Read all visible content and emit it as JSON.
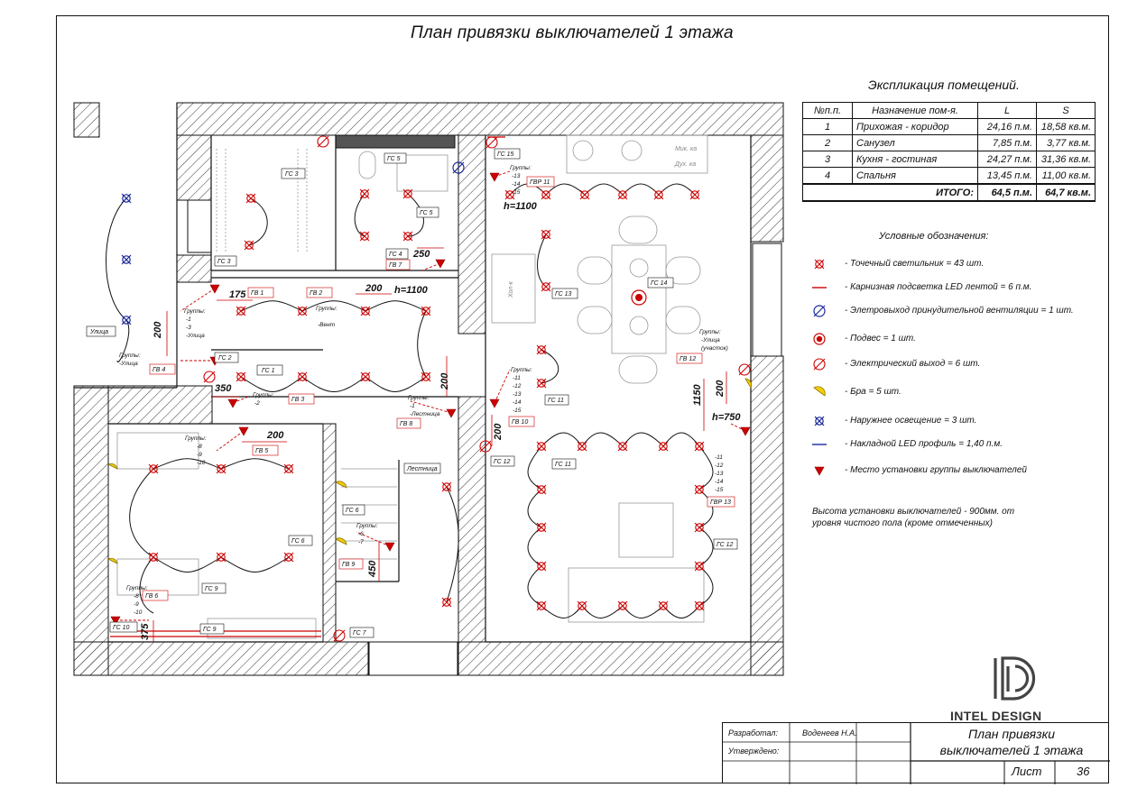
{
  "title": "План привязки выключателей 1 этажа",
  "explication": {
    "title": "Экспликация помещений.",
    "headers": [
      "№п.п.",
      "Назначение пом-я.",
      "L",
      "S"
    ],
    "rows": [
      [
        "1",
        "Прихожая - коридор",
        "24,16 п.м.",
        "18,58 кв.м."
      ],
      [
        "2",
        "Санузел",
        "7,85 п.м.",
        "3,77 кв.м."
      ],
      [
        "3",
        "Кухня - гостиная",
        "24,27 п.м.",
        "31,36 кв.м."
      ],
      [
        "4",
        "Спальня",
        "13,45 п.м.",
        "11,00 кв.м."
      ]
    ],
    "total_label": "ИТОГО:",
    "total_l": "64,5 п.м.",
    "total_s": "64,7 кв.м."
  },
  "legend": {
    "title": "Условные обозначения:",
    "items": [
      {
        "icon": "spot-light-icon",
        "text": "- Точечный светильник = 43 шт."
      },
      {
        "icon": "led-cornice-icon",
        "text": "- Карнизная подсветка  LED лентой = 6 п.м."
      },
      {
        "icon": "ventilation-outlet-icon",
        "text": "- Элетровыход принудительной вентиляции = 1 шт."
      },
      {
        "icon": "pendant-icon",
        "text": "- Подвес = 1 шт."
      },
      {
        "icon": "electric-outlet-icon",
        "text": "- Электрический выход = 6 шт."
      },
      {
        "icon": "sconce-icon",
        "text": "- Бра = 5 шт."
      },
      {
        "icon": "outdoor-light-icon",
        "text": "- Наружнее освещение = 3 шт."
      },
      {
        "icon": "led-profile-icon",
        "text": "- Накладной LED профиль = 1,40 п.м."
      },
      {
        "icon": "switch-group-icon",
        "text": "- Место установки группы выключателей"
      }
    ]
  },
  "note": {
    "line1": "Высота установки выключателей  - 900мм. от",
    "line2": "уровня чистого пола  (кроме отмеченных)"
  },
  "logo": {
    "text": "INTEL DESIGN"
  },
  "stamp": {
    "developed_label": "Разработал:",
    "developed_name": "Воденеев Н.А.",
    "approved_label": "Утверждено:",
    "sheet_title_1": "План привязки",
    "sheet_title_2": "выключателей 1 этажа",
    "sheet_label": "Лист",
    "sheet_number": "36"
  },
  "plan": {
    "dims": [
      "175",
      "200",
      "h=1100",
      "250",
      "200",
      "200",
      "350",
      "200",
      "450",
      "375",
      "h=1100",
      "200",
      "1150",
      "200",
      "h=750"
    ],
    "switch_tags": [
      "ГС 1",
      "ГС 2",
      "ГС 3",
      "ГС 3",
      "ГС 4",
      "ГС 5",
      "ГС 5",
      "ГС 6",
      "ГС 6",
      "ГС 7",
      "ГС 9",
      "ГС 9",
      "ГС 10",
      "ГС 11",
      "ГС 11",
      "ГС 12",
      "ГС 12",
      "ГС 13",
      "ГС 14",
      "ГС 15",
      "ГВ 1",
      "ГВ 2",
      "ГВ 3",
      "ГВ 4",
      "ГВ 5",
      "ГВ 6",
      "ГВ 7",
      "ГВ 8",
      "ГВ 9",
      "ГВ 10",
      "ГВ 12",
      "ГВР 11",
      "ГВР 13"
    ],
    "room_labels": [
      "Улица",
      "Лестница",
      "Хол-к",
      "Мик. ка",
      "Дух. ка"
    ],
    "groups": {
      "g1": [
        "Группы:",
        "-1",
        "-3",
        "-Улица"
      ],
      "g2": [
        "Группы:",
        "-Улица"
      ],
      "g3": [
        "Группы:",
        "-2"
      ],
      "g4": [
        "Группы:",
        "-Вент"
      ],
      "g5": [
        "Группы:",
        "-1",
        "-Лестница"
      ],
      "g6": [
        "Группы:",
        "-8",
        "-9",
        "-10"
      ],
      "g7": [
        "Группы:",
        "-8",
        "-9",
        "-10"
      ],
      "g8": [
        "Группы:",
        "-6",
        "-7"
      ],
      "g9": [
        "Группы:",
        "-13",
        "-14",
        "-15"
      ],
      "g10": [
        "Группы:",
        "-11",
        "-12",
        "-13",
        "-14",
        "-15"
      ],
      "g11": [
        "Группы:",
        "-Улица",
        "(участок)"
      ],
      "g12": [
        "-11",
        "-12",
        "-13",
        "-14",
        "-15"
      ]
    }
  }
}
